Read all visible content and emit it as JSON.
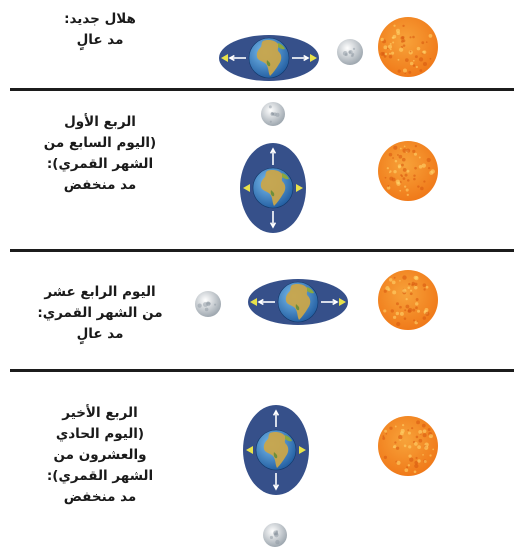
{
  "panels": [
    {
      "id": "new-moon",
      "text": [
        "هلال جديد:",
        "مد عالٍ"
      ]
    },
    {
      "id": "first-quarter",
      "text": [
        "الربع الأول",
        "(اليوم السابع من",
        "الشهر القمري):",
        "مد منخفض"
      ]
    },
    {
      "id": "full-moon",
      "text": [
        "اليوم الرابع عشر",
        "من الشهر القمري:",
        "مد عالٍ"
      ]
    },
    {
      "id": "last-quarter",
      "text": [
        "الربع الأخير",
        "(اليوم الحادي",
        "والعشرون من",
        "الشهر القمري):",
        "مد منخفض"
      ]
    }
  ],
  "colors": {
    "sun": "#f07a1a",
    "sun_core": "#f7a33a",
    "bulge": "#36508a",
    "earth_ocean": "#3a7fc8",
    "earth_land": "#c9a54a",
    "arrow": "#ffffff",
    "marker": "#e8e24a",
    "moon": "#d8dde2",
    "divider": "#1c1c1c"
  }
}
